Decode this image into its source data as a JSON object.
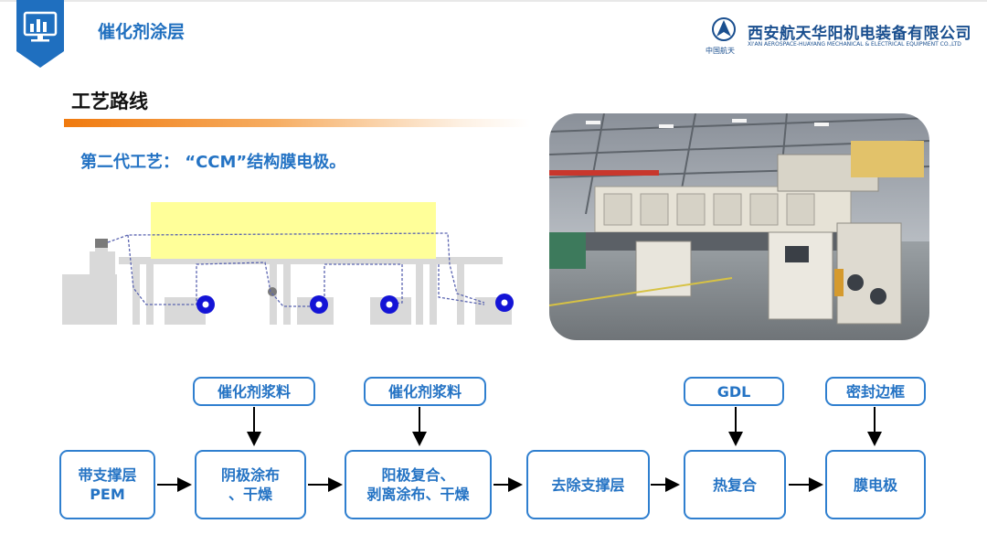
{
  "header": {
    "title": "催化剂涂层",
    "company_cn": "西安航天华阳机电装备有限公司",
    "company_en": "XI'AN AEROSPACE-HUAYANG MECHANICAL & ELECTRICAL EQUIPMENT CO.,LTD",
    "cast_label": "中国航天"
  },
  "section": {
    "title": "工艺路线",
    "subtitle": "第二代工艺：  “CCM”结构膜电极。"
  },
  "flow": {
    "inputs": {
      "catalyst_1": "催化剂浆料",
      "catalyst_2": "催化剂浆料",
      "gdl": "GDL",
      "seal_frame": "密封边框"
    },
    "steps": {
      "pem": "带支撑层\nPEM",
      "cathode": "阴极涂布\n、干燥",
      "anode": "阳极复合、\n剥离涂布、干燥",
      "remove": "去除支撑层",
      "hot": "热复合",
      "mea": "膜电极"
    }
  },
  "colors": {
    "accent_blue": "#2473c4",
    "orange_bar": "#f07a0e",
    "badge_blue": "#1f6fbf",
    "dryer_yellow": "#ffff99"
  }
}
